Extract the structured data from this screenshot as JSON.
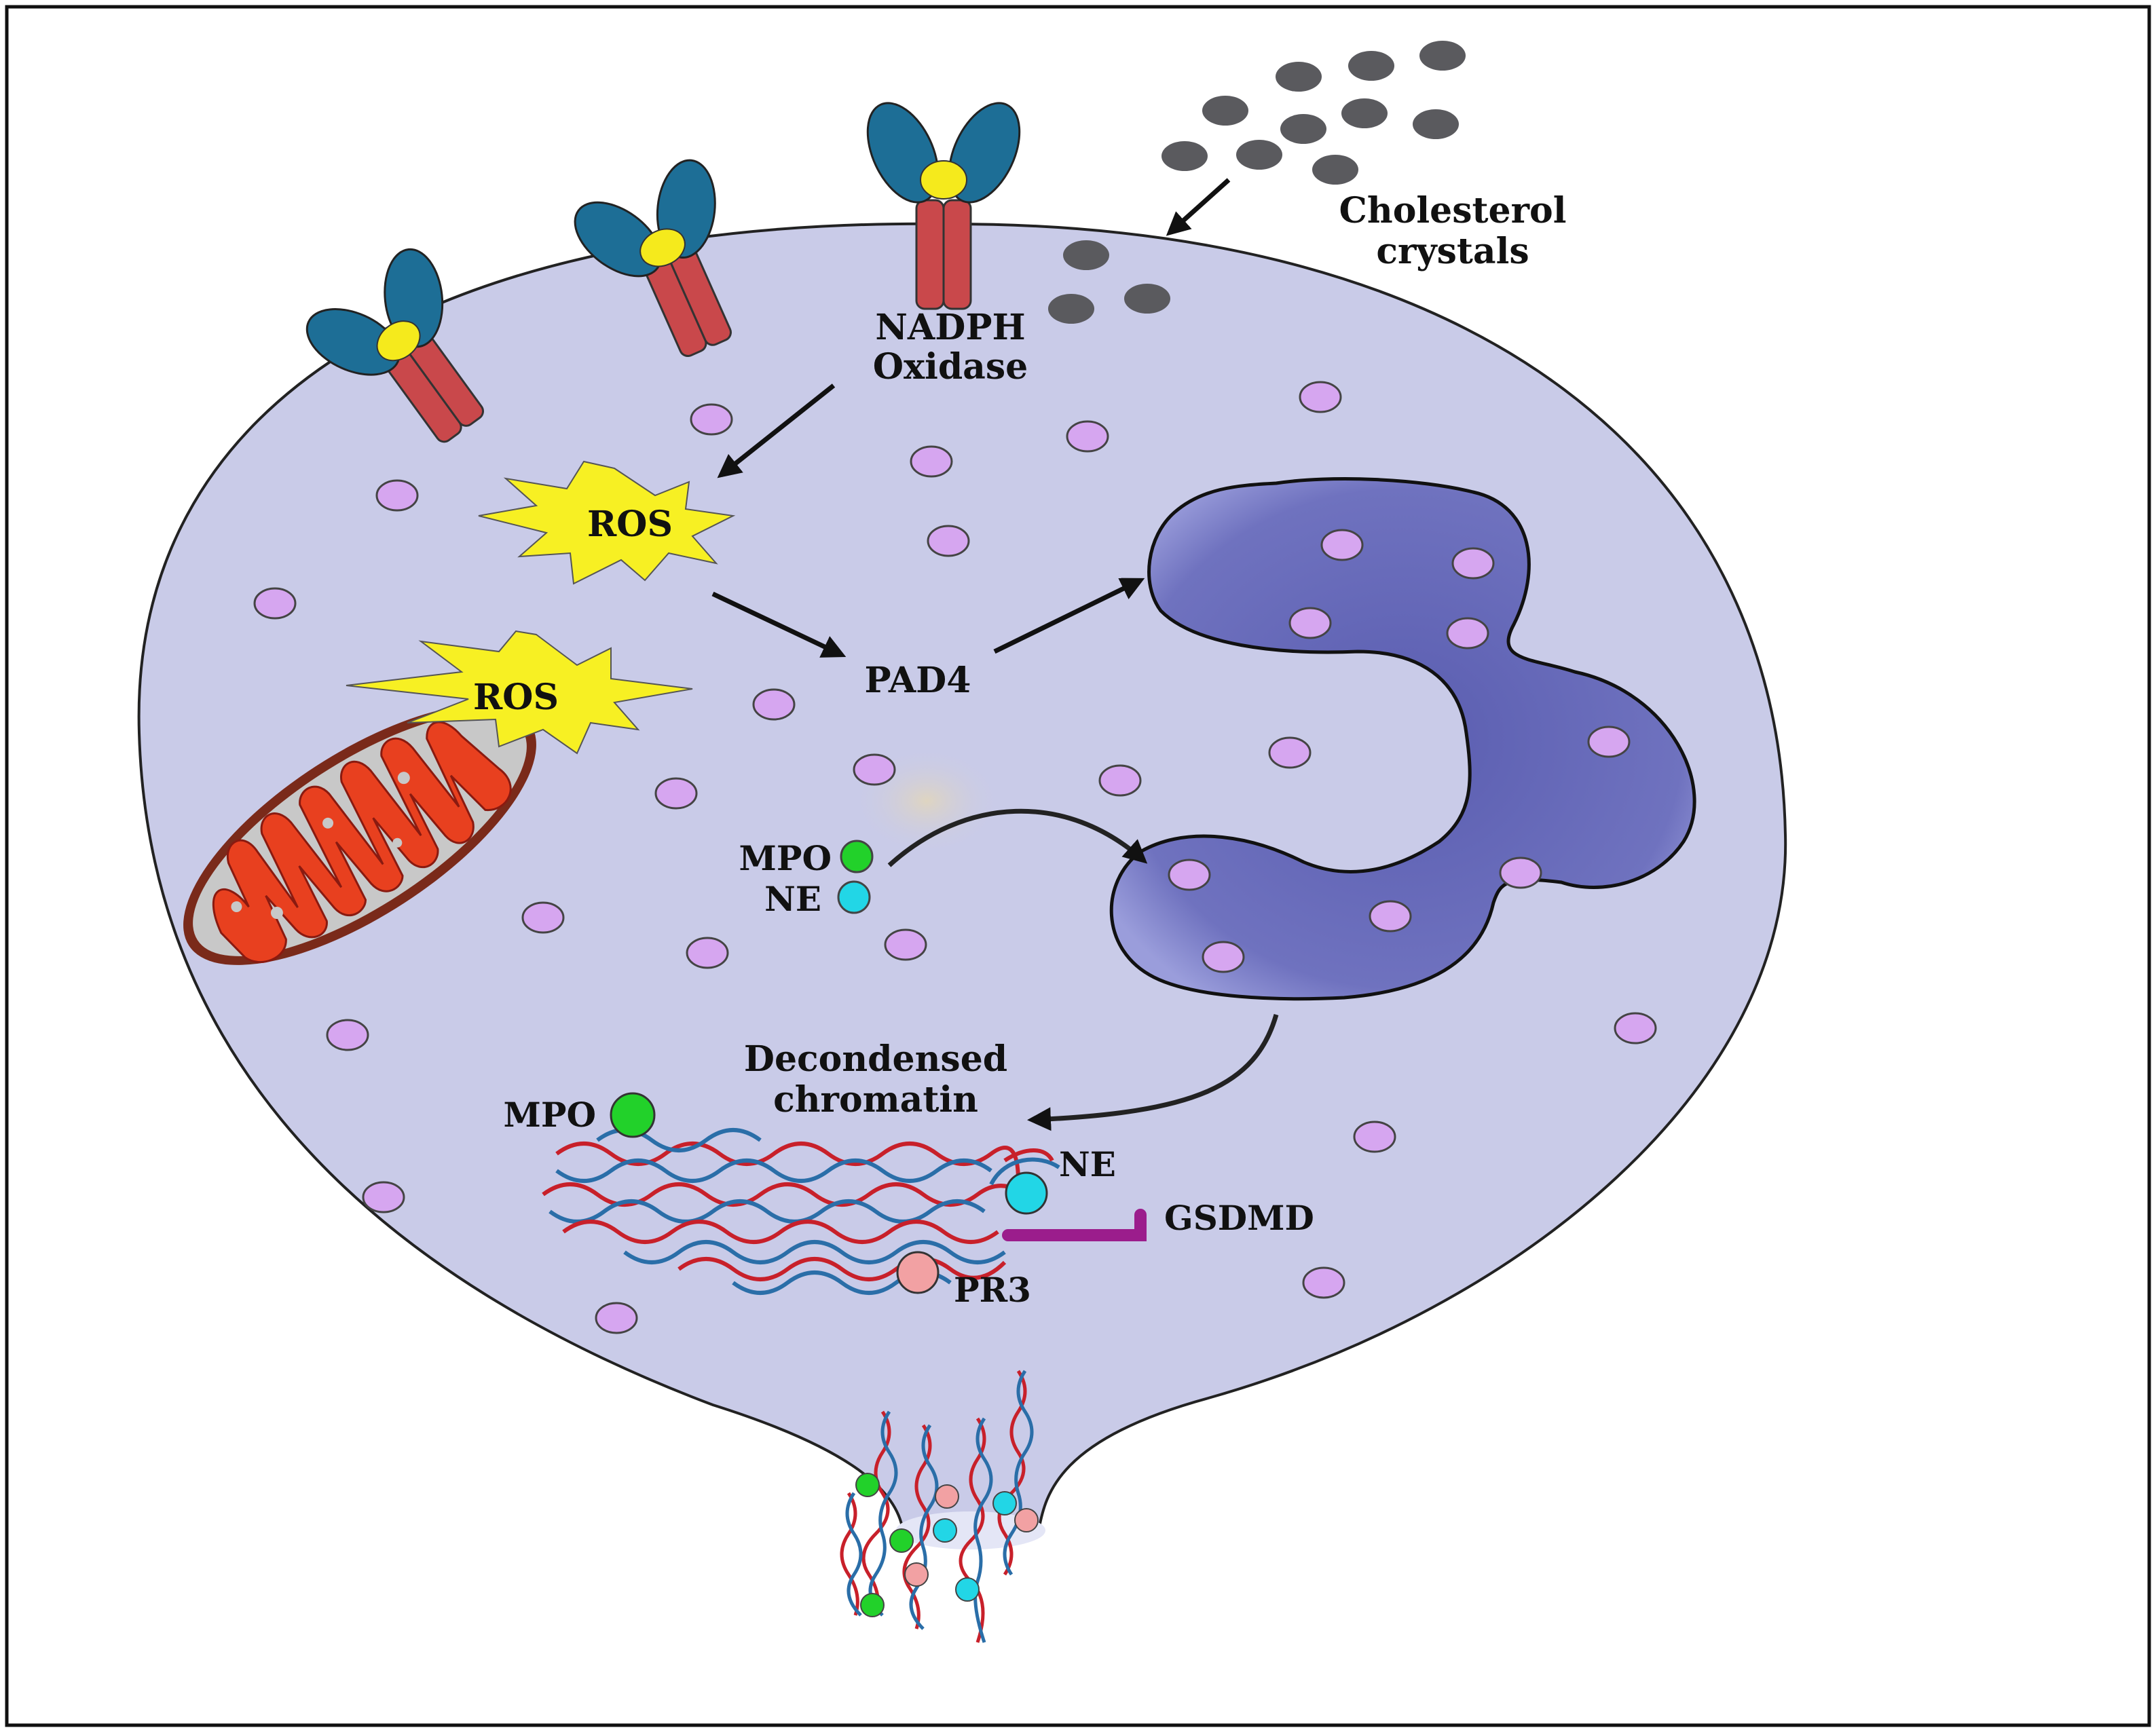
{
  "labels": {
    "cholesterol_line1": "Cholesterol",
    "cholesterol_line2": "crystals",
    "nadph_line1": "NADPH",
    "nadph_line2": "Oxidase",
    "ros_upper": "ROS",
    "ros_mito": "ROS",
    "pad4": "PAD4",
    "mpo_free": "MPO",
    "ne_free": "NE",
    "decondensed_line1": "Decondensed",
    "decondensed_line2": "chromatin",
    "mpo_chromatin": "MPO",
    "ne_chromatin": "NE",
    "gsdmd": "GSDMD",
    "pr3": "PR3"
  },
  "colors": {
    "cell_fill": "#c9cbe8",
    "granule": "#d6a6f0",
    "nucleus": "#6f72bf",
    "receptor_blue": "#1d6e96",
    "receptor_red": "#c9484b",
    "receptor_yellow": "#f5ea1c",
    "crystal": "#5a5a5e",
    "ros_star": "#f7f023",
    "mito_red": "#e8401f",
    "mpo_green": "#22d12a",
    "ne_cyan": "#22d6e6",
    "pr3_pink": "#f2a1a3",
    "gsdmd_purple": "#9b1d8c",
    "dna_red": "#c8202a",
    "dna_blue": "#2a6ea8"
  }
}
